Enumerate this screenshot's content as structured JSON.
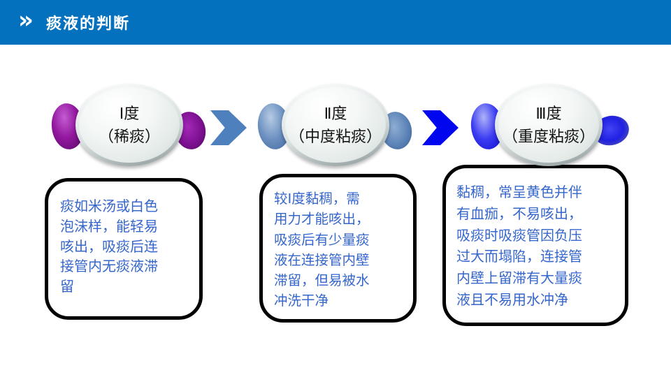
{
  "header": {
    "title": "痰液的判断",
    "chevron_icon": "»",
    "background_color": "#0371bd",
    "text_color": "#ffffff"
  },
  "stages": [
    {
      "label": "Ⅰ度\n（稀痰）",
      "description": "痰如米汤或白色\n泡沫样，能轻易\n咳出，吸痰后连\n接管内无痰液滞\n留",
      "blob_color": "#93189f"
    },
    {
      "label": "Ⅱ度\n（中度粘痰）",
      "description": "较Ⅰ度黏稠，需\n用力才能咳出，\n吸痰后有少量痰\n液在连接管内壁\n滞留，但易被水\n冲洗干净",
      "blob_color": "#6d92c2"
    },
    {
      "label": "Ⅲ度\n（重度粘痰）",
      "description": "黏稠，常呈黄色并伴\n有血痂，不易咳出，\n吸痰时吸痰管因负压\n过大而塌陷，连接管\n内壁上留滞有大量痰\n液且不易用水冲净",
      "blob_color": "#2020e2"
    }
  ],
  "arrows": [
    {
      "direction": "right",
      "color": "#4d80bc"
    },
    {
      "direction": "right",
      "color": "#0007ee"
    }
  ],
  "colors": {
    "description_text": "#3566cb",
    "box_border": "#000000",
    "ellipse_fill": "#e4ebe9"
  }
}
